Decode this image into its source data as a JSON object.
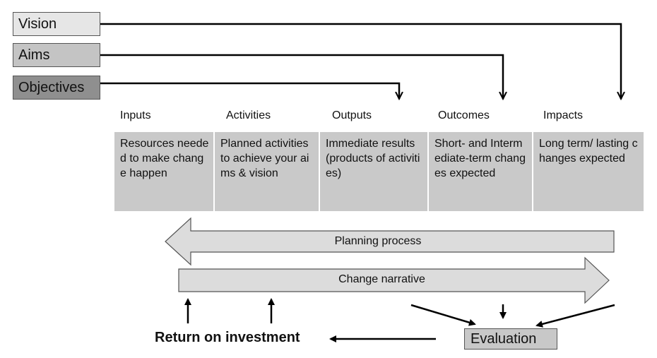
{
  "levels": {
    "vision": "Vision",
    "aims": "Aims",
    "objectives": "Objectives"
  },
  "columns": [
    {
      "header": "Inputs",
      "body": "Resources needed to make change happen"
    },
    {
      "header": "Activities",
      "body": "Planned activities to achieve your aims & vision"
    },
    {
      "header": "Outputs",
      "body": "Immediate results (products of activities)"
    },
    {
      "header": "Outcomes",
      "body": "Short- and Intermediate-term changes expected"
    },
    {
      "header": "Impacts",
      "body": "Long term/ lasting changes expected"
    }
  ],
  "arrows": {
    "planning": "Planning process",
    "change": "Change narrative"
  },
  "roi": "Return on investment",
  "evaluation": "Evaluation",
  "colors": {
    "column_fill": "#c9c9c9",
    "arrow_fill": "#dcdcdc",
    "stroke": "#000000"
  }
}
